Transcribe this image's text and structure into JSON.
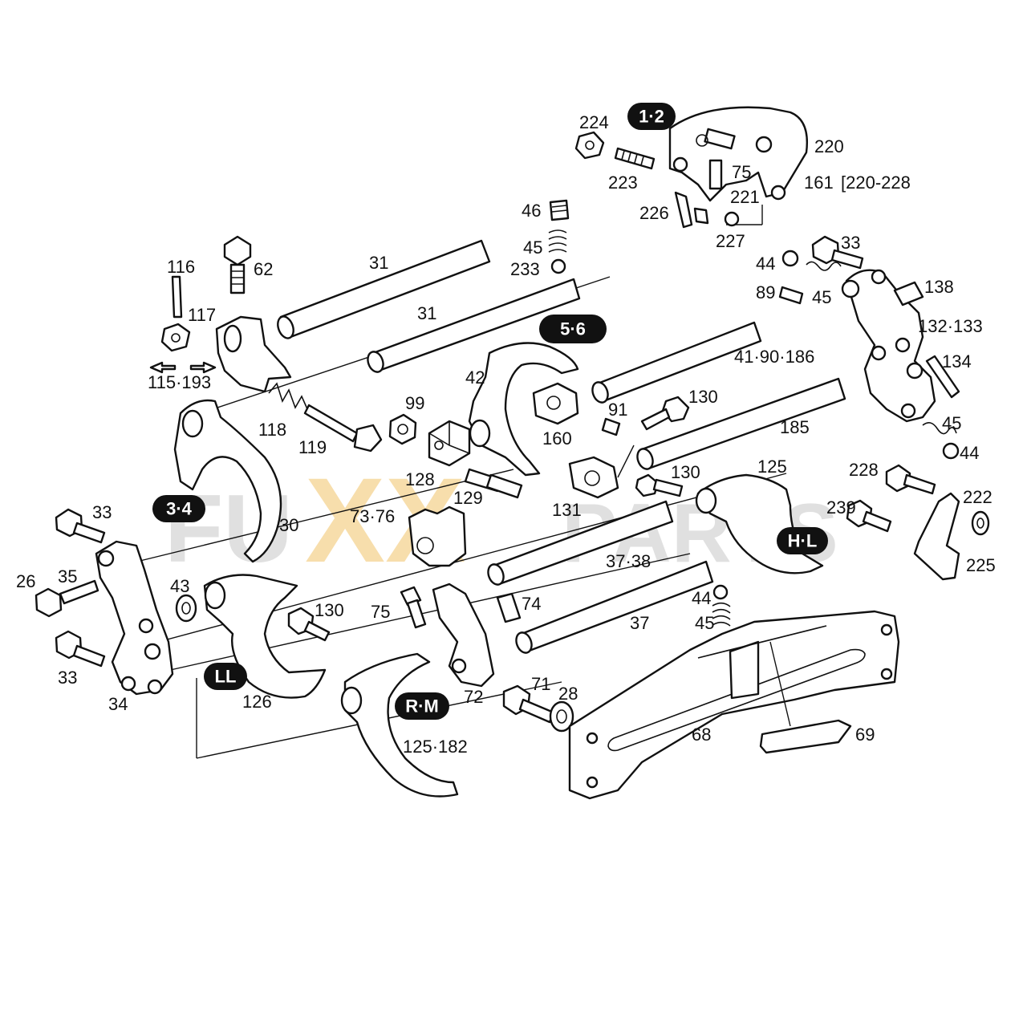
{
  "watermark": {
    "left": "FU",
    "middle": "XX",
    "right": "PARTS",
    "middle_color": "#f2c46a",
    "side_color": "#c8c8c8"
  },
  "badges": {
    "b12": "1·2",
    "b56": "5·6",
    "b34": "3·4",
    "bhl": "H·L",
    "bll": "LL",
    "brm": "R·M"
  },
  "labels": {
    "l224": "224",
    "l220": "220",
    "l223": "223",
    "l75a": "75",
    "l161": "161",
    "l220_228": "[220-228",
    "l221": "221",
    "l226": "226",
    "l227": "227",
    "l46": "46",
    "l45a": "45",
    "l233": "233",
    "l31a": "31",
    "l31b": "31",
    "l116": "116",
    "l62": "62",
    "l117": "117",
    "l115_193": "115·193",
    "l33a": "33",
    "l44a": "44",
    "l89": "89",
    "l45b": "45",
    "l138": "138",
    "l132_133": "132·133",
    "l134": "134",
    "l41_90_186": "41·90·186",
    "l42": "42",
    "l99": "99",
    "l118": "118",
    "l119": "119",
    "l91": "91",
    "l130a": "130",
    "l160": "160",
    "l185": "185",
    "l45c": "45",
    "l44b": "44",
    "l128": "128",
    "l129": "129",
    "l130b": "130",
    "l125a": "125",
    "l228": "228",
    "l222": "222",
    "l131": "131",
    "l239": "239",
    "l225": "225",
    "l30": "30",
    "l73_76": "73·76",
    "l37_38": "37·38",
    "l33b": "33",
    "l35": "35",
    "l26": "26",
    "l43": "43",
    "l130c": "130",
    "l75b": "75",
    "l74": "74",
    "l44c": "44",
    "l45d": "45",
    "l37": "37",
    "l33c": "33",
    "l34": "34",
    "l126": "126",
    "l71": "71",
    "l28": "28",
    "l72": "72",
    "l68": "68",
    "l69": "69",
    "l125_182": "125·182"
  }
}
